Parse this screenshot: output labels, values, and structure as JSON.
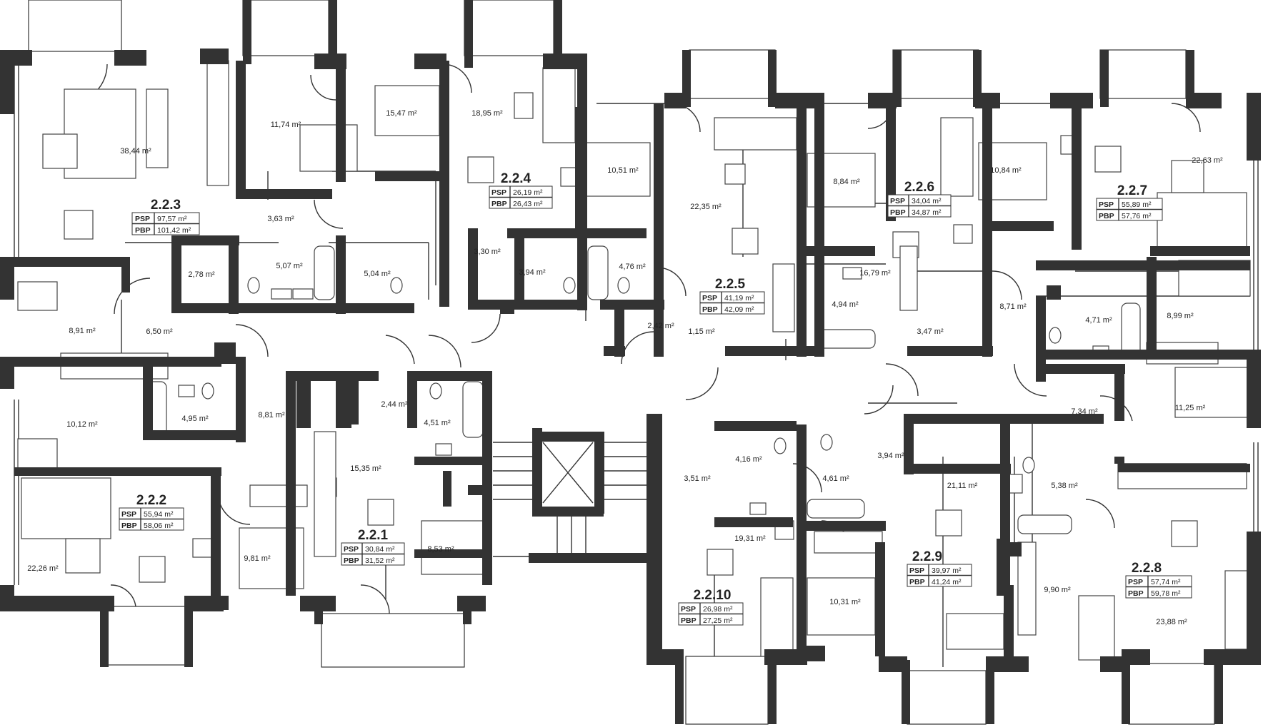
{
  "labels": {
    "psp": "PSP",
    "pbp": "PBP"
  },
  "apartments": [
    {
      "number": "2.2.3",
      "psp": "97,57 m²",
      "pbp": "101,42 m²"
    },
    {
      "number": "2.2.4",
      "psp": "26,19 m²",
      "pbp": "26,43 m²"
    },
    {
      "number": "2.2.5",
      "psp": "41,19 m²",
      "pbp": "42,09 m²"
    },
    {
      "number": "2.2.6",
      "psp": "34,04 m²",
      "pbp": "34,87 m²"
    },
    {
      "number": "2.2.7",
      "psp": "55,89 m²",
      "pbp": "57,76 m²"
    },
    {
      "number": "2.2.2",
      "psp": "55,94 m²",
      "pbp": "58,06 m²"
    },
    {
      "number": "2.2.1",
      "psp": "30,84 m²",
      "pbp": "31,52 m²"
    },
    {
      "number": "2.2.10",
      "psp": "26,98 m²",
      "pbp": "27,25 m²"
    },
    {
      "number": "2.2.9",
      "psp": "39,97 m²",
      "pbp": "41,24 m²"
    },
    {
      "number": "2.2.8",
      "psp": "57,74 m²",
      "pbp": "59,78 m²"
    }
  ],
  "rooms": [
    "38,44 m²",
    "11,74 m²",
    "15,47 m²",
    "18,95 m²",
    "10,51 m²",
    "22,35 m²",
    "8,84 m²",
    "10,84 m²",
    "22,63 m²",
    "3,63 m²",
    "2,78 m²",
    "5,07 m²",
    "5,04 m²",
    "3,30 m²",
    "3,94 m²",
    "4,76 m²",
    "16,79 m²",
    "4,94 m²",
    "2,42 m²",
    "1,15 m²",
    "3,47 m²",
    "8,71 m²",
    "4,71 m²",
    "8,99 m²",
    "8,91 m²",
    "6,50 m²",
    "10,12 m²",
    "4,95 m²",
    "8,81 m²",
    "2,44 m²",
    "4,51 m²",
    "15,35 m²",
    "7,34 m²",
    "11,25 m²",
    "3,94 m²",
    "4,16 m²",
    "4,61 m²",
    "3,51 m²",
    "21,11 m²",
    "5,38 m²",
    "22,26 m²",
    "9,81 m²",
    "8,53 m²",
    "19,31 m²",
    "10,31 m²",
    "9,90 m²",
    "23,88 m²"
  ]
}
